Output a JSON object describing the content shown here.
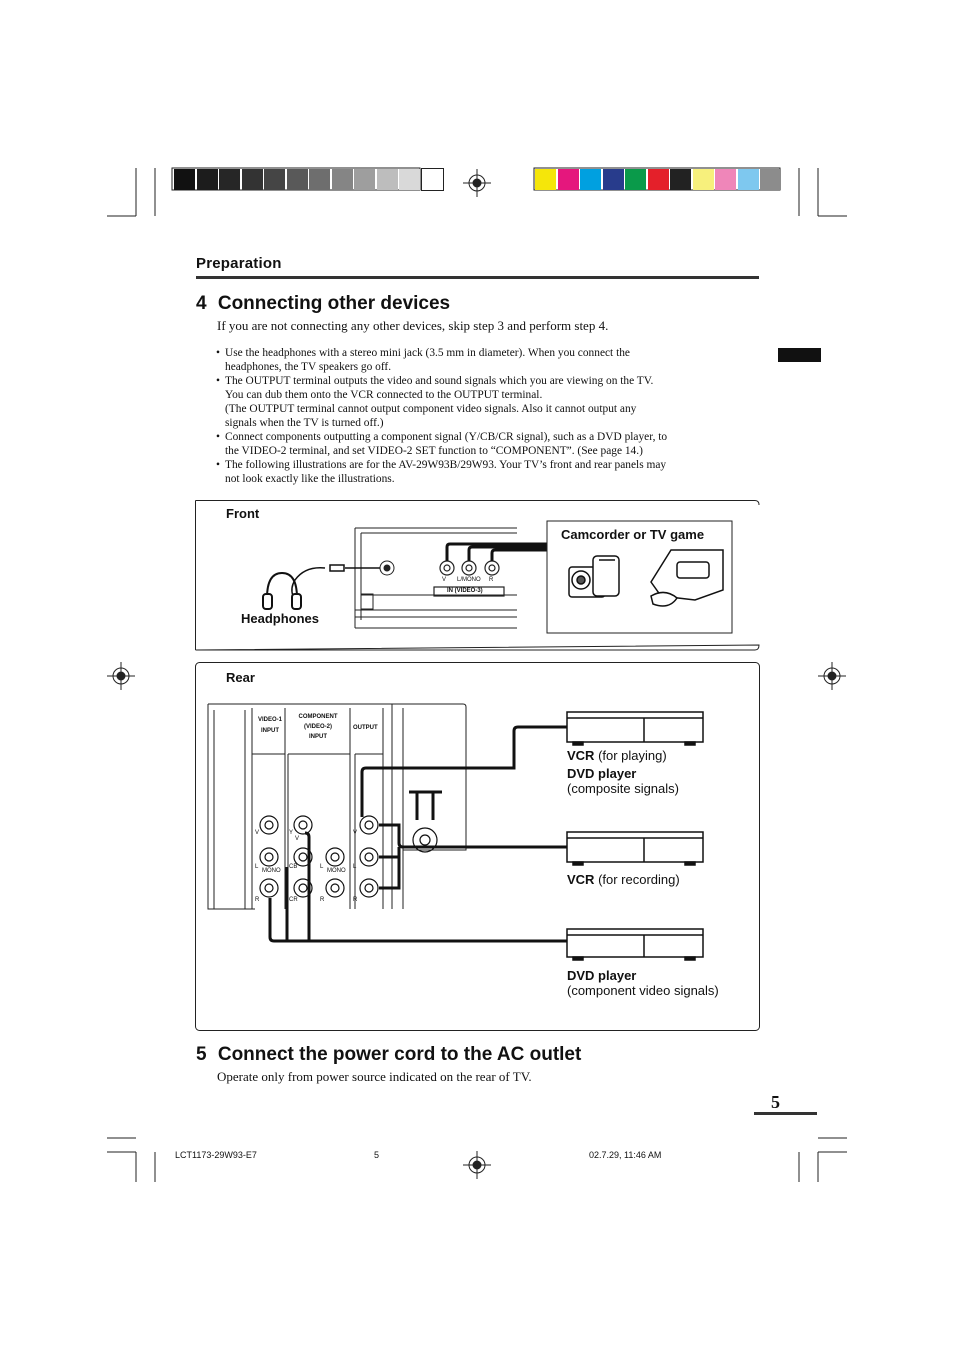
{
  "section": "Preparation",
  "step4": {
    "number": "4",
    "title": "Connecting other devices",
    "intro": "If you are not connecting any other devices, skip step 3 and perform step 4.",
    "bullets": [
      [
        "Use the headphones with a stereo mini jack (3.5 mm in diameter). When you connect the",
        "headphones, the TV speakers go off."
      ],
      [
        "The OUTPUT terminal outputs the video and sound signals which you are viewing on the TV.",
        "You can dub them onto the VCR connected to the OUTPUT terminal.",
        "(The OUTPUT terminal cannot output component video signals. Also it cannot output any",
        "signals when the TV is turned off.)"
      ],
      [
        "Connect components outputting a component signal (Y/CB/CR signal), such as a DVD player, to",
        "the VIDEO-2 terminal, and set VIDEO-2 SET function to “COMPONENT”. (See page 14.)"
      ],
      [
        "The following illustrations are for the AV-29W93B/29W93. Your TV’s front and rear panels may",
        "not look exactly like the illustrations."
      ]
    ]
  },
  "front_panel": {
    "label": "Front",
    "headphones": "Headphones",
    "camcorder": "Camcorder or TV game",
    "jacks": [
      "V",
      "L/MONO",
      "R"
    ],
    "input_label": "IN (VIDEO-3)"
  },
  "rear_panel": {
    "label": "Rear",
    "terminal_video1": [
      "VIDEO-1",
      "INPUT"
    ],
    "terminal_component": [
      "COMPONENT",
      "(VIDEO-2)",
      "INPUT"
    ],
    "terminal_output": "OUTPUT",
    "jack_labels": {
      "v": "V",
      "l": "L",
      "mono": "MONO",
      "r": "R",
      "y": "Y",
      "cb": "CB",
      "cr": "CR"
    },
    "devices": {
      "vcr_play_bold": "VCR",
      "vcr_play_rest": " (for playing)",
      "dvd_comp_bold": "DVD player",
      "dvd_comp_rest": "(composite signals)",
      "vcr_rec_bold": "VCR",
      "vcr_rec_rest": " (for recording)",
      "dvd_component_bold": "DVD player",
      "dvd_component_rest": "(component video signals)"
    }
  },
  "step5": {
    "number": "5",
    "title": "Connect the power cord to the AC outlet",
    "text": "Operate only from power source indicated on the rear of TV."
  },
  "page_number": "5",
  "footer": {
    "left": "LCT1173-29W93-E7",
    "center": "5",
    "right": "02.7.29, 11:46 AM"
  },
  "colors": {
    "gray_bar": [
      "#111111",
      "#1c1c1c",
      "#262626",
      "#333333",
      "#454545",
      "#595959",
      "#6e6e6e",
      "#858585",
      "#9e9e9e",
      "#bdbdbd",
      "#d9d9d9",
      "#ffffff"
    ],
    "color_bar": [
      "#f5e60a",
      "#e5177d",
      "#00a0e0",
      "#283c8c",
      "#0a9a4a",
      "#e4202a",
      "#222222",
      "#f7f07c",
      "#ef86b9",
      "#7ec8ef",
      "#8c8c8c"
    ]
  }
}
